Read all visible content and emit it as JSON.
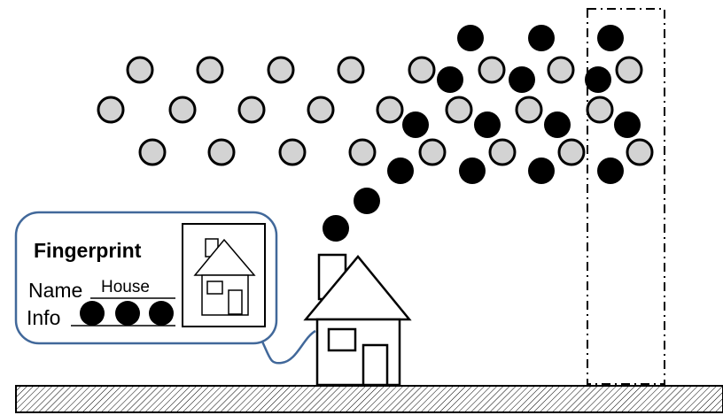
{
  "callout": {
    "title": "Fingerprint",
    "name_label": "Name",
    "name_value": "House",
    "info_label": "Info"
  },
  "colors": {
    "gray_circle_fill": "#d3d3d3",
    "black_circle_fill": "#000000",
    "callout_border": "#41689a",
    "outline": "#000000"
  },
  "icons": [
    "house-icon",
    "chimney-icon",
    "smoke-puffs",
    "ground-hatch"
  ]
}
